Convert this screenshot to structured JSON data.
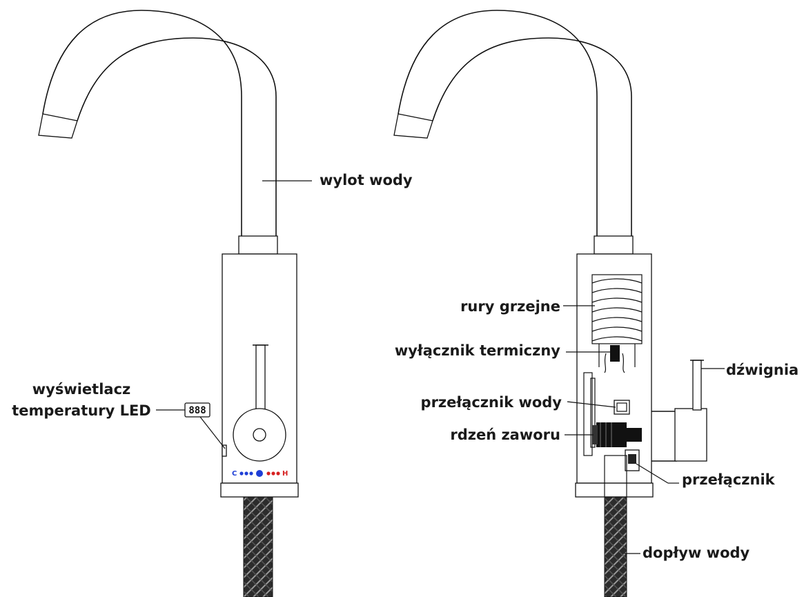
{
  "labels": {
    "water_outlet": "wylot wody",
    "led_display_line1": "wyświetlacz",
    "led_display_line2": "temperatury LED",
    "heating_pipes": "rury grzejne",
    "thermal_switch": "wyłącznik termiczny",
    "lever": "dźwignia",
    "water_switch": "przełącznik wody",
    "valve_core": "rdzeń zaworu",
    "switch": "przełącznik",
    "water_inlet": "dopływ wody"
  },
  "display_digits": "888",
  "indicator_text": {
    "cold_label": "C",
    "hot_label": "H"
  },
  "colors": {
    "line": "#111111",
    "cold": "#1f3fd6",
    "hot": "#d62020",
    "hose": "#3a3a3a"
  }
}
